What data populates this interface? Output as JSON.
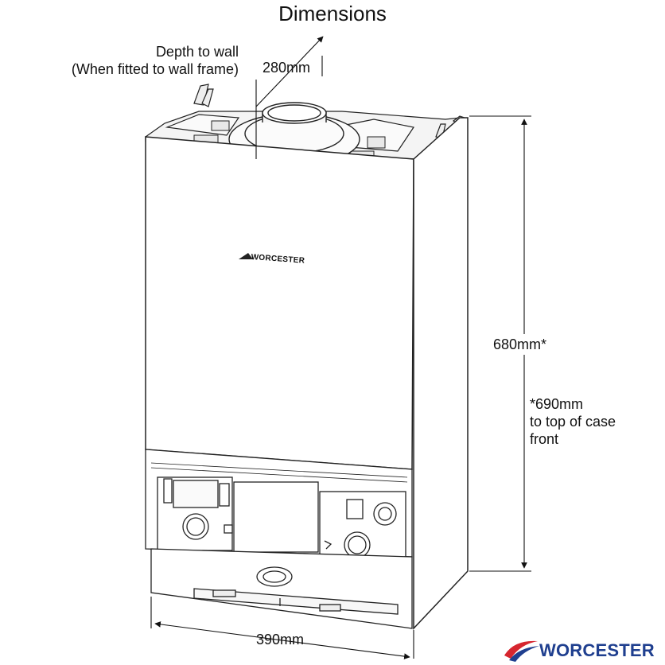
{
  "title": "Dimensions",
  "depth_label": {
    "line1": "Depth to wall",
    "line2": "(When fitted to wall frame)"
  },
  "depth_value": "280mm",
  "height_value": "680mm*",
  "note": {
    "line1": "*690mm",
    "line2": "to top of case",
    "line3": "front"
  },
  "width_value": "390mm",
  "front_brand": "WORCESTER",
  "logo_text": "WORCESTER",
  "colors": {
    "line": "#1a1a1a",
    "logo_red": "#d6262f",
    "logo_blue": "#1f3f8f"
  }
}
